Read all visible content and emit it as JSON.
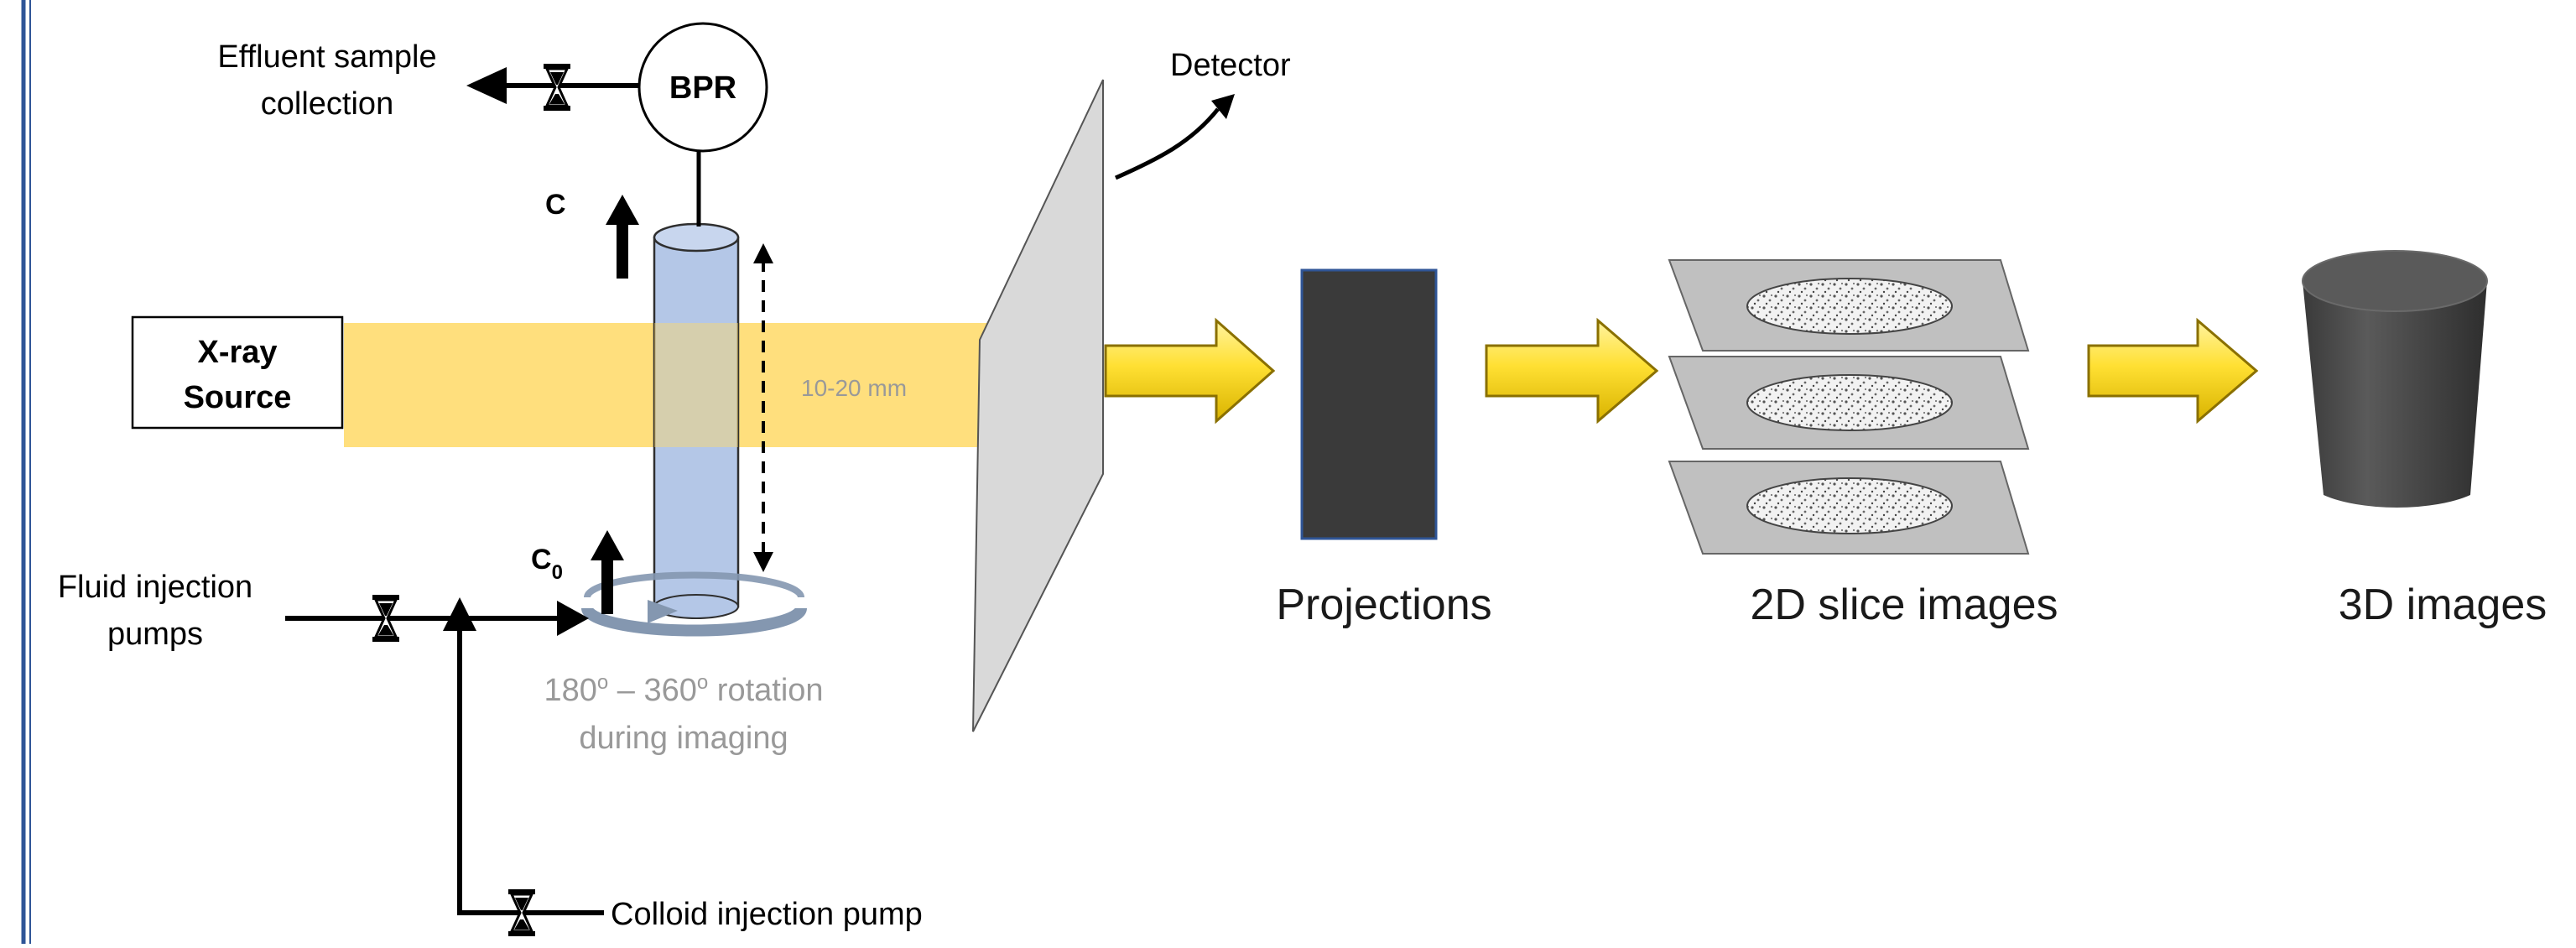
{
  "labels": {
    "effluent_line1": "Effluent sample",
    "effluent_line2": "collection",
    "bpr": "BPR",
    "outlet_concentration": "C",
    "inlet_concentration_base": "C",
    "inlet_concentration_sub": "0",
    "xray_line1": "X-ray",
    "xray_line2": "Source",
    "sample_length": "10-20 mm",
    "detector": "Detector",
    "fluid_pumps_line1": "Fluid injection",
    "fluid_pumps_line2": "pumps",
    "rotation_deg_start": "180",
    "rotation_deg_sep": " – 360",
    "rotation_deg_end": " rotation",
    "rotation_degree_mark": "o",
    "rotation_line2": "during imaging",
    "colloid_pump": "Colloid injection pump",
    "projections": "Projections",
    "slices": "2D slice images",
    "volume": "3D images"
  },
  "colors": {
    "border_blue": "#2f5597",
    "xray_beam": "#ffd966",
    "column_fill": "#b4c7e7",
    "column_stroke": "#2f2f2f",
    "rotation_ring": "#8497b0",
    "detector_fill": "#d9d9d9",
    "projection_fill": "#3a3a3a",
    "projection_stroke": "#2f5597",
    "process_arrow_fill": "#ffd700",
    "process_arrow_stroke": "#8a7000",
    "slice_plane": "#c0c0c0",
    "volume_fill": "#4a4a4a"
  },
  "icons": [
    "hourglass-icon",
    "arrow-up-icon",
    "arrow-left-icon",
    "arrow-right-icon",
    "curved-arrow-icon",
    "double-arrow-icon"
  ]
}
